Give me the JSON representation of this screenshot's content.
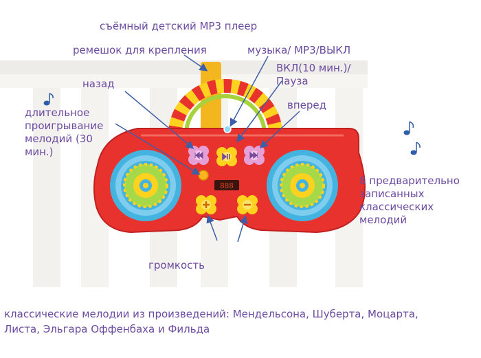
{
  "labels": {
    "title": "съёмный детский  МР3 плеер",
    "strap": "ремешок для крепления",
    "music_mp3_off": "музыка/ МР3/ВЫКЛ",
    "on_pause_line1": "ВКЛ(10 мин.)/",
    "on_pause_line2": "Пауза",
    "back": "назад",
    "forward": "вперед",
    "long_play_line1": "длительное",
    "long_play_line2": "проигрывание",
    "long_play_line3": "мелодий (30",
    "long_play_line4": "мин.)",
    "melodies_line1": "8  предварительно",
    "melodies_line2": "записанных",
    "melodies_line3": "классических",
    "melodies_line4": "мелодий",
    "volume": "громкость"
  },
  "footer": {
    "line1": "классические мелодии из произведений: Мендельсона, Шуберта, Моцарта,",
    "line2": "Листа, Эльгара  Оффенбаха и Фильда"
  },
  "colors": {
    "label_text": "#6b4aa0",
    "arrow": "#3d5fa8",
    "player_body": "#e8322e",
    "speaker_outer": "#45b3e0",
    "speaker_inner": "#ffd21f",
    "button": "#e6a0d8",
    "strap": "#f3b61f"
  },
  "icons": [
    "music-note-icon",
    "prev-icon",
    "play-pause-icon",
    "next-icon",
    "volume-up-icon",
    "volume-down-icon"
  ]
}
